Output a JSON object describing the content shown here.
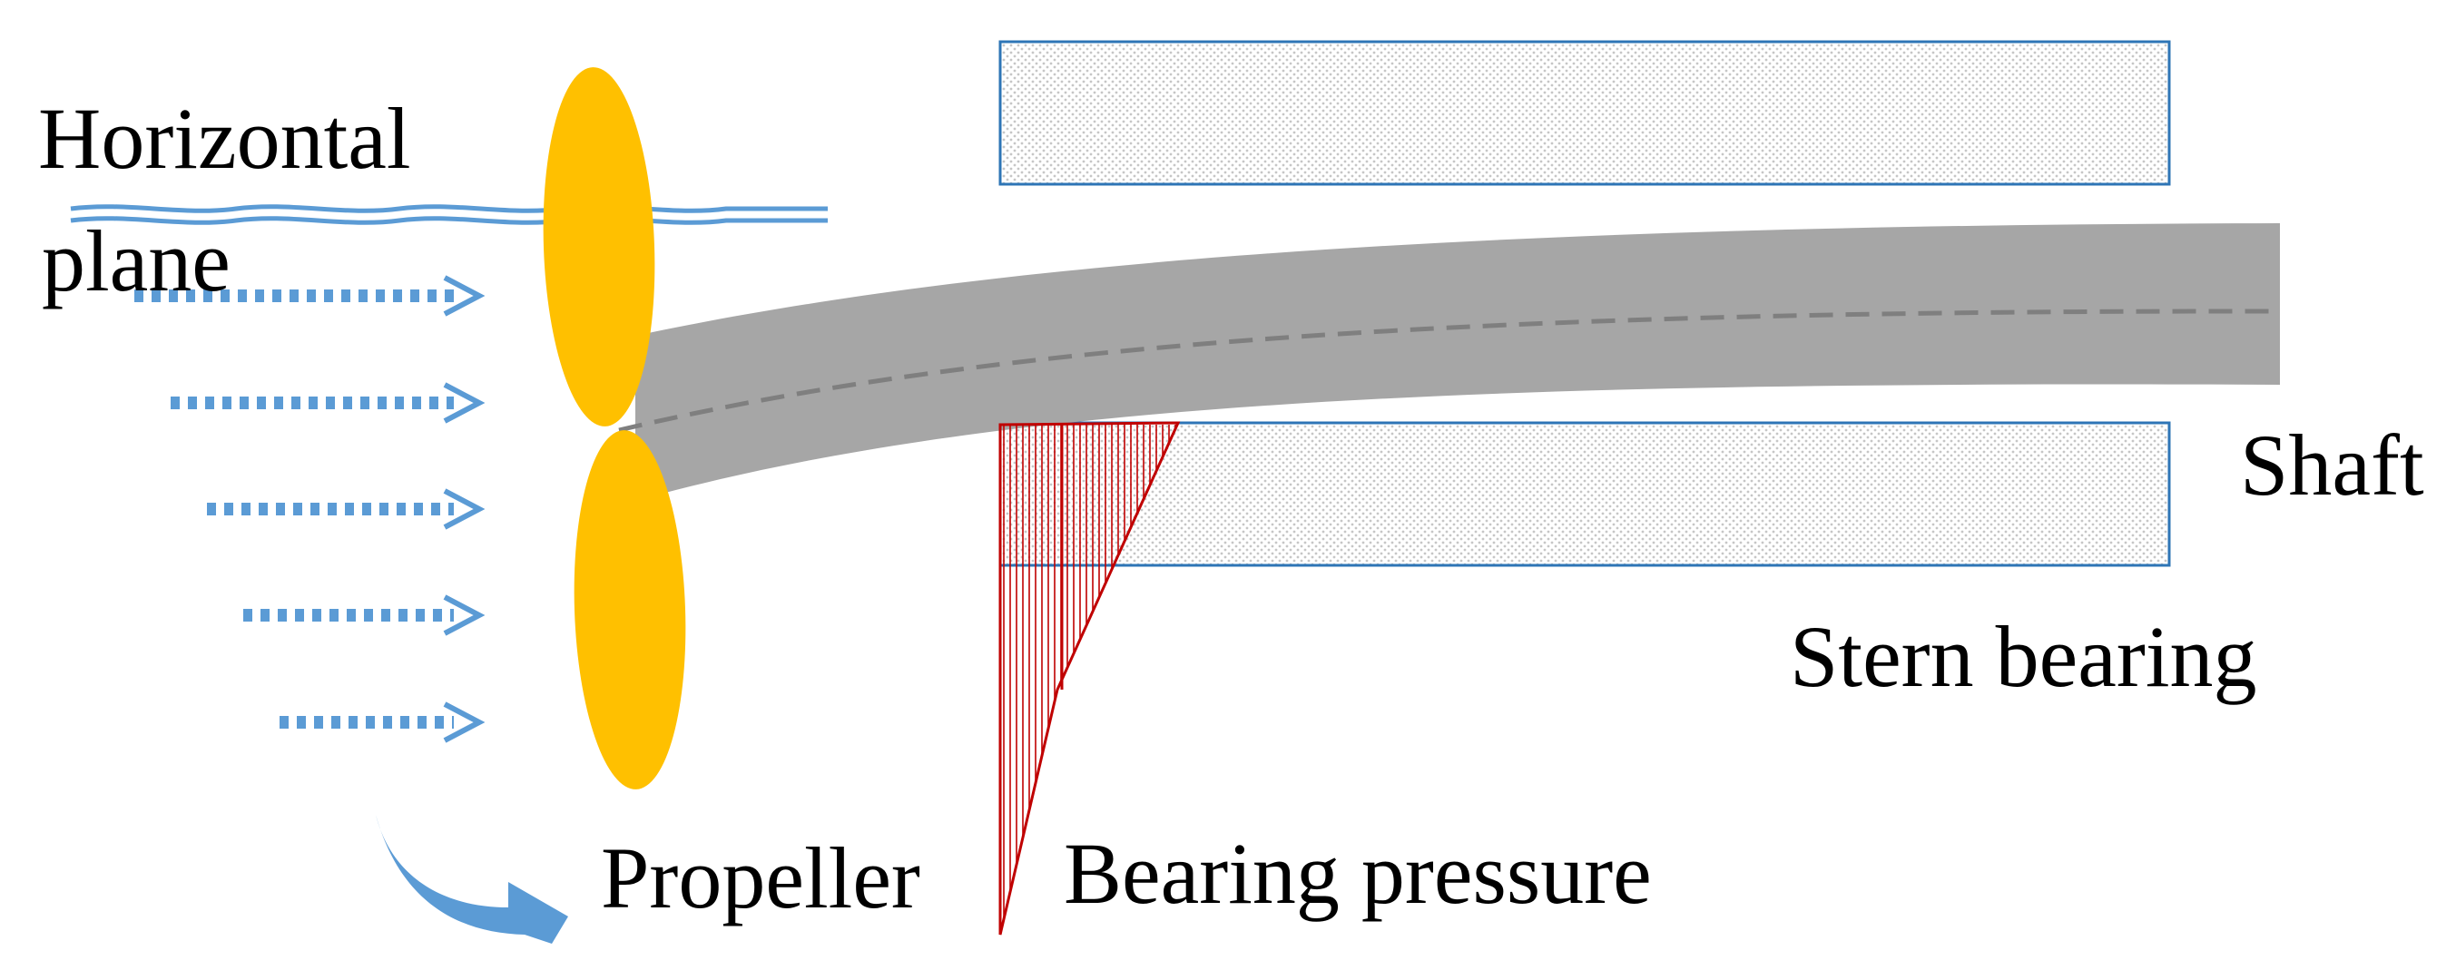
{
  "labels": {
    "horizontal": "Horizontal",
    "plane": "plane",
    "shaft": "Shaft",
    "stern_bearing": "Stern bearing",
    "propeller": "Propeller",
    "bearing_pressure": "Bearing pressure"
  },
  "colors": {
    "propeller_blade": "#FFC000",
    "shaft": "#A6A6A6",
    "shaft_centerline": "#7F7F7F",
    "flow_arrow": "#5B9BD5",
    "bearing_outline": "#2E75B6",
    "bearing_fill_dots": "#C8C8C8",
    "pressure": "#C00000",
    "water_plane": "#5B9BD5"
  },
  "icons": {
    "flow": "dotted-arrow-icon",
    "rotation": "curved-arrow-icon"
  }
}
